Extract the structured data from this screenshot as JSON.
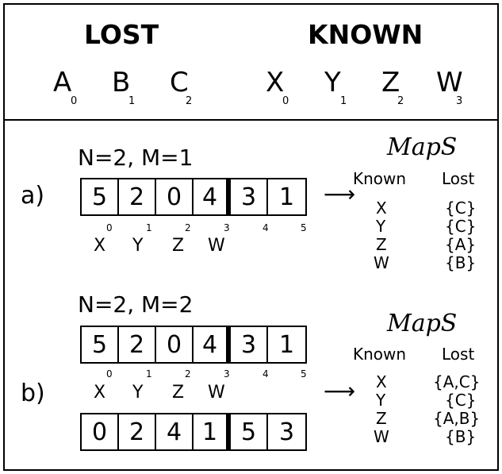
{
  "header": {
    "lost_title": "LOST",
    "known_title": "KNOWN",
    "lost_vars": [
      {
        "name": "A",
        "sub": "0"
      },
      {
        "name": "B",
        "sub": "1"
      },
      {
        "name": "C",
        "sub": "2"
      }
    ],
    "known_vars": [
      {
        "name": "X",
        "sub": "0"
      },
      {
        "name": "Y",
        "sub": "1"
      },
      {
        "name": "Z",
        "sub": "2"
      },
      {
        "name": "W",
        "sub": "3"
      }
    ]
  },
  "example_a": {
    "case_label": "a)",
    "params": "N=2, M=1",
    "array": [
      "5",
      "2",
      "0",
      "4",
      "3",
      "1"
    ],
    "indices": [
      "0",
      "1",
      "2",
      "3",
      "4",
      "5"
    ],
    "known_labels": [
      "X",
      "Y",
      "Z",
      "W"
    ],
    "arrow": "⟶",
    "maps_title": "MapS",
    "col_known": "Known",
    "col_lost": "Lost",
    "rows": [
      {
        "known": "X",
        "lost": "{C}"
      },
      {
        "known": "Y",
        "lost": "{C}"
      },
      {
        "known": "Z",
        "lost": "{A}"
      },
      {
        "known": "W",
        "lost": "{B}"
      }
    ]
  },
  "example_b": {
    "case_label": "b)",
    "params": "N=2, M=2",
    "array1": [
      "5",
      "2",
      "0",
      "4",
      "3",
      "1"
    ],
    "indices": [
      "0",
      "1",
      "2",
      "3",
      "4",
      "5"
    ],
    "known_labels": [
      "X",
      "Y",
      "Z",
      "W"
    ],
    "array2": [
      "0",
      "2",
      "4",
      "1",
      "5",
      "3"
    ],
    "arrow": "⟶",
    "maps_title": "MapS",
    "col_known": "Known",
    "col_lost": "Lost",
    "rows": [
      {
        "known": "X",
        "lost": "{A,C}"
      },
      {
        "known": "Y",
        "lost": "{C}"
      },
      {
        "known": "Z",
        "lost": "{A,B}"
      },
      {
        "known": "W",
        "lost": "{B}"
      }
    ]
  }
}
